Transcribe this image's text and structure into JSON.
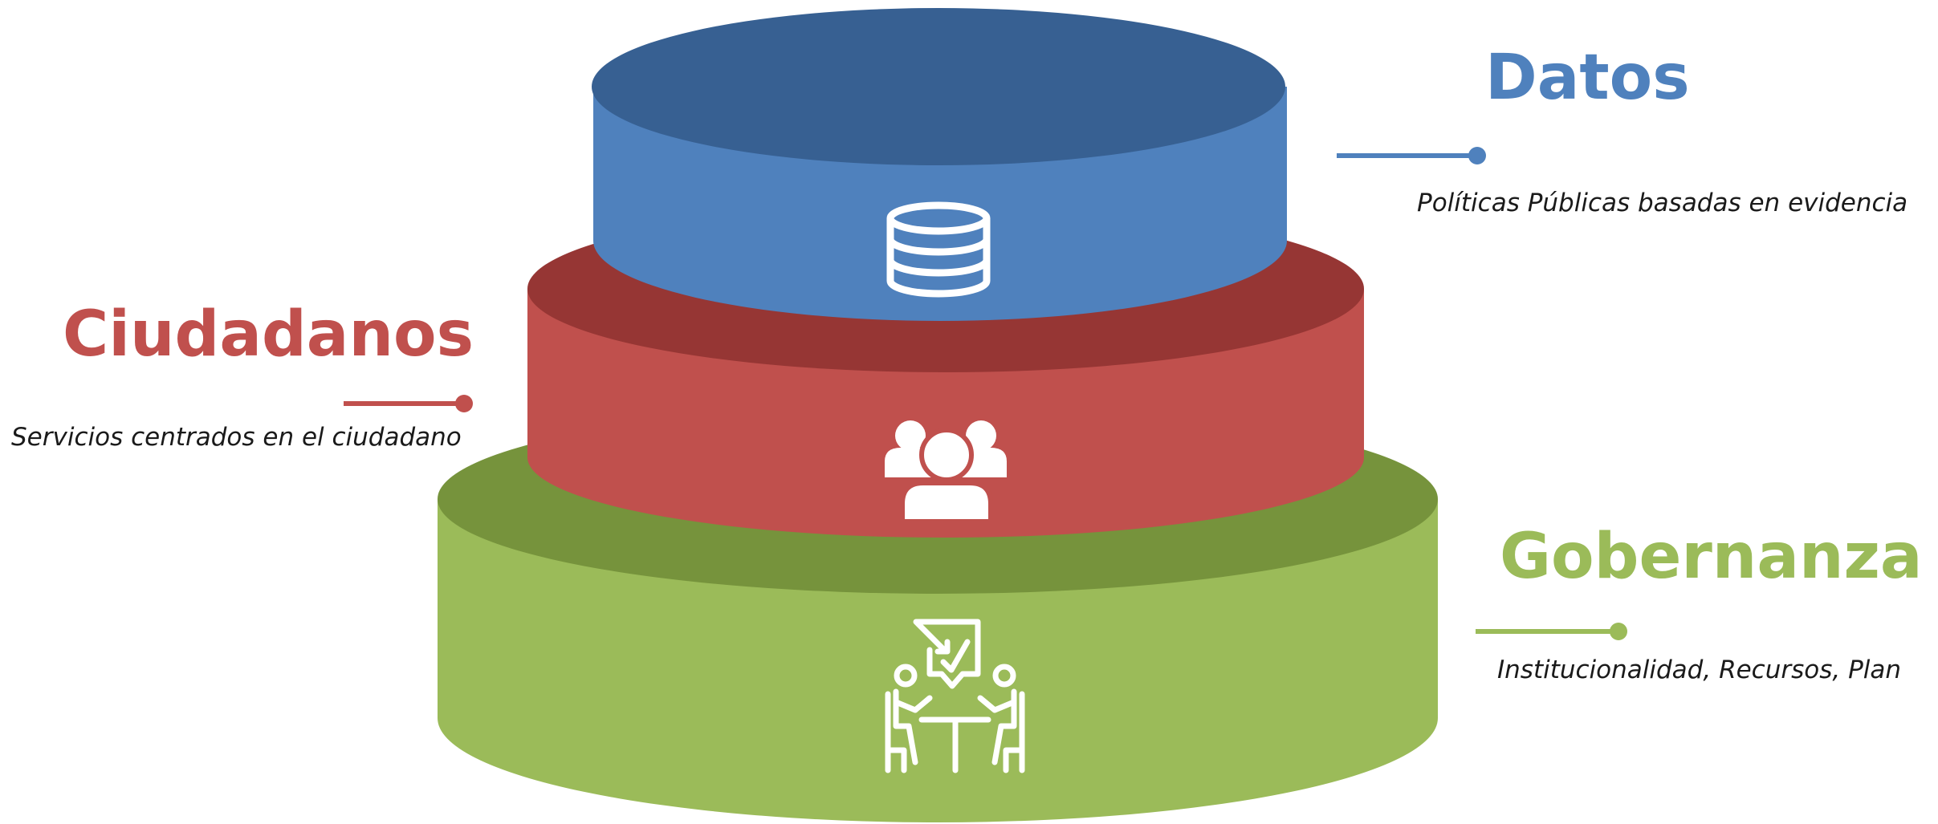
{
  "colors": {
    "datos_side": "#4F81BD",
    "datos_top": "#376092",
    "ciudadanos_side": "#C0504D",
    "ciudadanos_top": "#963634",
    "gobernanza_side": "#9BBB59",
    "gobernanza_top": "#76933C",
    "icon": "#FFFFFF"
  },
  "layers": {
    "datos": {
      "title": "Datos",
      "description": "Políticas Públicas basadas en evidencia",
      "icon": "database-icon"
    },
    "ciudadanos": {
      "title": "Ciudadanos",
      "description": "Servicios centrados en el ciudadano",
      "icon": "people-group-icon"
    },
    "gobernanza": {
      "title": "Gobernanza",
      "description": "Institucionalidad, Recursos, Plan",
      "icon": "meeting-icon"
    }
  }
}
